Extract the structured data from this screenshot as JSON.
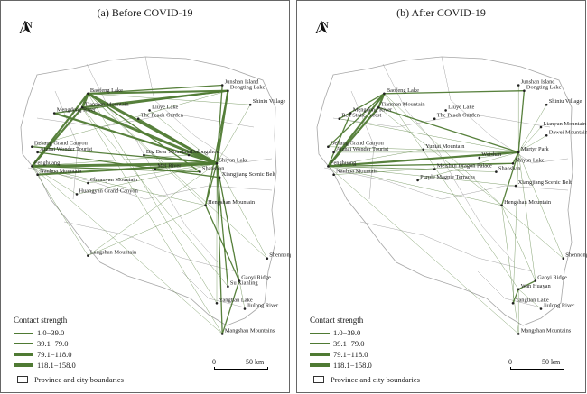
{
  "panels": [
    {
      "title": "(a) Before COVID-19",
      "places": [
        {
          "name": "Baofeng Lake",
          "lat": 110.6,
          "lon": 29.3
        },
        {
          "name": "Junshan Island",
          "lat": 113.0,
          "lon": 29.45
        },
        {
          "name": "Dongting Lake",
          "lat": 113.1,
          "lon": 29.35
        },
        {
          "name": "Shiniu Village",
          "lat": 113.5,
          "lon": 29.1
        },
        {
          "name": "Tianmen Mountain",
          "lat": 110.5,
          "lon": 29.05
        },
        {
          "name": "Liuye Lake",
          "lat": 111.7,
          "lon": 29.0
        },
        {
          "name": "Mengdong River",
          "lat": 110.0,
          "lon": 28.95
        },
        {
          "name": "The Peach Garden",
          "lat": 111.5,
          "lon": 28.85
        },
        {
          "name": "Dehang Grand Canyon",
          "lat": 109.6,
          "lon": 28.35
        },
        {
          "name": "Aizhai Wonder Tourist",
          "lat": 109.7,
          "lon": 28.25
        },
        {
          "name": "Big Bear Mountain",
          "lat": 111.6,
          "lon": 28.2
        },
        {
          "name": "Dalongzhou",
          "lat": 112.4,
          "lon": 28.2
        },
        {
          "name": "Shiyan Lake",
          "lat": 112.9,
          "lon": 28.05
        },
        {
          "name": "Fenghuang",
          "lat": 109.6,
          "lon": 28.0
        },
        {
          "name": "Mei River",
          "lat": 111.8,
          "lon": 27.95
        },
        {
          "name": "Shaoshan",
          "lat": 112.6,
          "lon": 27.9
        },
        {
          "name": "Nanhua Mountain",
          "lat": 109.7,
          "lon": 27.85
        },
        {
          "name": "Xiangjiang Scenic Belt",
          "lat": 112.95,
          "lon": 27.8
        },
        {
          "name": "Chuanyan Mountain",
          "lat": 110.6,
          "lon": 27.7
        },
        {
          "name": "Huangyan Grand Canyon",
          "lat": 110.4,
          "lon": 27.5
        },
        {
          "name": "Hengshan Mountain",
          "lat": 112.7,
          "lon": 27.3
        },
        {
          "name": "Shennong Valley",
          "lat": 113.8,
          "lon": 26.35
        },
        {
          "name": "Langshan Mountain",
          "lat": 110.6,
          "lon": 26.4
        },
        {
          "name": "Gaoyi Ridge",
          "lat": 113.3,
          "lon": 25.95
        },
        {
          "name": "Su Xianling",
          "lat": 113.1,
          "lon": 25.85
        },
        {
          "name": "Yangtian Lake",
          "lat": 112.9,
          "lon": 25.55
        },
        {
          "name": "Jiulong River",
          "lat": 113.4,
          "lon": 25.45
        },
        {
          "name": "Mangshan Mountains",
          "lat": 113.0,
          "lon": 25.0
        }
      ]
    },
    {
      "title": "(b) After COVID-19",
      "places": [
        {
          "name": "Baofeng Lake",
          "lat": 110.6,
          "lon": 29.3
        },
        {
          "name": "Junshan Island",
          "lat": 113.0,
          "lon": 29.45
        },
        {
          "name": "Dongting Lake",
          "lat": 113.1,
          "lon": 29.35
        },
        {
          "name": "Tianmen Mountain",
          "lat": 110.5,
          "lon": 29.05
        },
        {
          "name": "Liuye Lake",
          "lat": 111.7,
          "lon": 29.0
        },
        {
          "name": "Shiniu Village",
          "lat": 113.5,
          "lon": 29.1
        },
        {
          "name": "Mengdong River",
          "lat": 110.0,
          "lon": 28.95
        },
        {
          "name": "Red Stone Forest",
          "lat": 109.8,
          "lon": 28.85
        },
        {
          "name": "The Peach Garden",
          "lat": 111.5,
          "lon": 28.85
        },
        {
          "name": "Lianyun Mountain",
          "lat": 113.4,
          "lon": 28.7
        },
        {
          "name": "Dawei Mountain",
          "lat": 113.5,
          "lon": 28.55
        },
        {
          "name": "Dehang Grand Canyon",
          "lat": 109.6,
          "lon": 28.35
        },
        {
          "name": "Yuntai Mountain",
          "lat": 111.3,
          "lon": 28.3
        },
        {
          "name": "Martyr Park",
          "lat": 113.0,
          "lon": 28.25
        },
        {
          "name": "Aizhai Wonder Tourist",
          "lat": 109.7,
          "lon": 28.25
        },
        {
          "name": "Weishan",
          "lat": 112.3,
          "lon": 28.15
        },
        {
          "name": "Shiyan Lake",
          "lat": 112.9,
          "lon": 28.05
        },
        {
          "name": "Fenghuang",
          "lat": 109.6,
          "lon": 28.0
        },
        {
          "name": "Meishan Dragon Palace",
          "lat": 111.5,
          "lon": 27.95
        },
        {
          "name": "Shaoshan",
          "lat": 112.6,
          "lon": 27.9
        },
        {
          "name": "Nanhua Mountain",
          "lat": 109.7,
          "lon": 27.85
        },
        {
          "name": "Purple Magpie Terraces",
          "lat": 111.2,
          "lon": 27.75
        },
        {
          "name": "Xiangjiang Scenic Belt",
          "lat": 112.95,
          "lon": 27.65
        },
        {
          "name": "Hengshan Mountain",
          "lat": 112.7,
          "lon": 27.3
        },
        {
          "name": "Shennong Valley",
          "lat": 113.8,
          "lon": 26.35
        },
        {
          "name": "Gaoyi Ridge",
          "lat": 113.3,
          "lon": 25.95
        },
        {
          "name": "Wan Huayan",
          "lat": 113.0,
          "lon": 25.8
        },
        {
          "name": "Yangtian Lake",
          "lat": 112.9,
          "lon": 25.55
        },
        {
          "name": "Jiulong River",
          "lat": 113.4,
          "lon": 25.45
        },
        {
          "name": "Mangshan Mountains",
          "lat": 113.0,
          "lon": 25.0
        }
      ]
    }
  ],
  "north_label": "N",
  "legend": {
    "title": "Contact strength",
    "classes": [
      {
        "label": "1.0−39.0",
        "level": 1
      },
      {
        "label": "39.1−79.0",
        "level": 2
      },
      {
        "label": "79.1−118.0",
        "level": 3
      },
      {
        "label": "118.1−158.0",
        "level": 4
      }
    ],
    "boundary_label": "Province and city boundaries",
    "line_color": "#4f7a33",
    "boundary_color": "#a6a6a6"
  },
  "scale": {
    "zero": "0",
    "km": "50 km"
  }
}
